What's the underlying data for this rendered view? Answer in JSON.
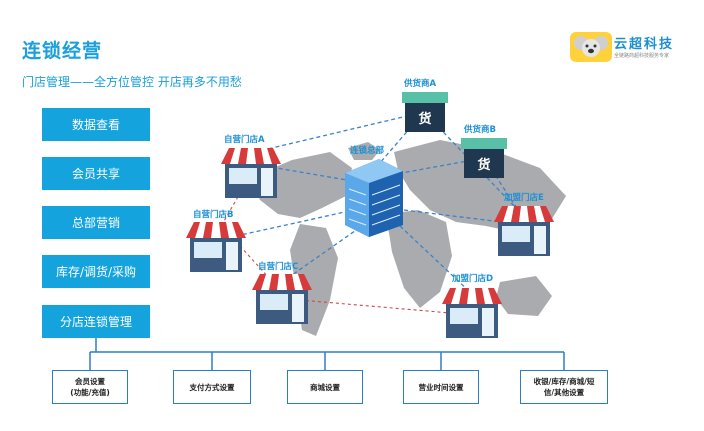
{
  "header": {
    "title": "连锁经营",
    "subtitle": "门店管理——全方位管控  开店再多不用愁"
  },
  "logo": {
    "brand": "云超科技",
    "tagline": "全链路商超科技服务专家",
    "icon": "koala-icon"
  },
  "features": [
    {
      "label": "数据查看"
    },
    {
      "label": "会员共享"
    },
    {
      "label": "总部营销"
    },
    {
      "label": "库存/调货/采购"
    },
    {
      "label": "分店连锁管理"
    }
  ],
  "sub_settings": [
    {
      "line1": "会员设置",
      "line2": "(功能/充值)"
    },
    {
      "line1": "支付方式设置",
      "line2": ""
    },
    {
      "line1": "商城设置",
      "line2": ""
    },
    {
      "line1": "营业时间设置",
      "line2": ""
    },
    {
      "line1": "收银/库存/商城/短",
      "line2": "信/其他设置"
    }
  ],
  "network": {
    "hq": "连锁总部",
    "supplier_a": "供货商A",
    "supplier_b": "供货商B",
    "supplier_glyph": "货",
    "store_a": "自营门店A",
    "store_b": "自营门店B",
    "store_c": "自营门店C",
    "store_d": "加盟门店D",
    "store_e": "加盟门店E"
  },
  "colors": {
    "accent": "#15a3de",
    "awning_red": "#d63a3a",
    "supplier_roof": "#59c0a8",
    "supplier_body": "#20384f",
    "map_gray": "#a9abae"
  }
}
